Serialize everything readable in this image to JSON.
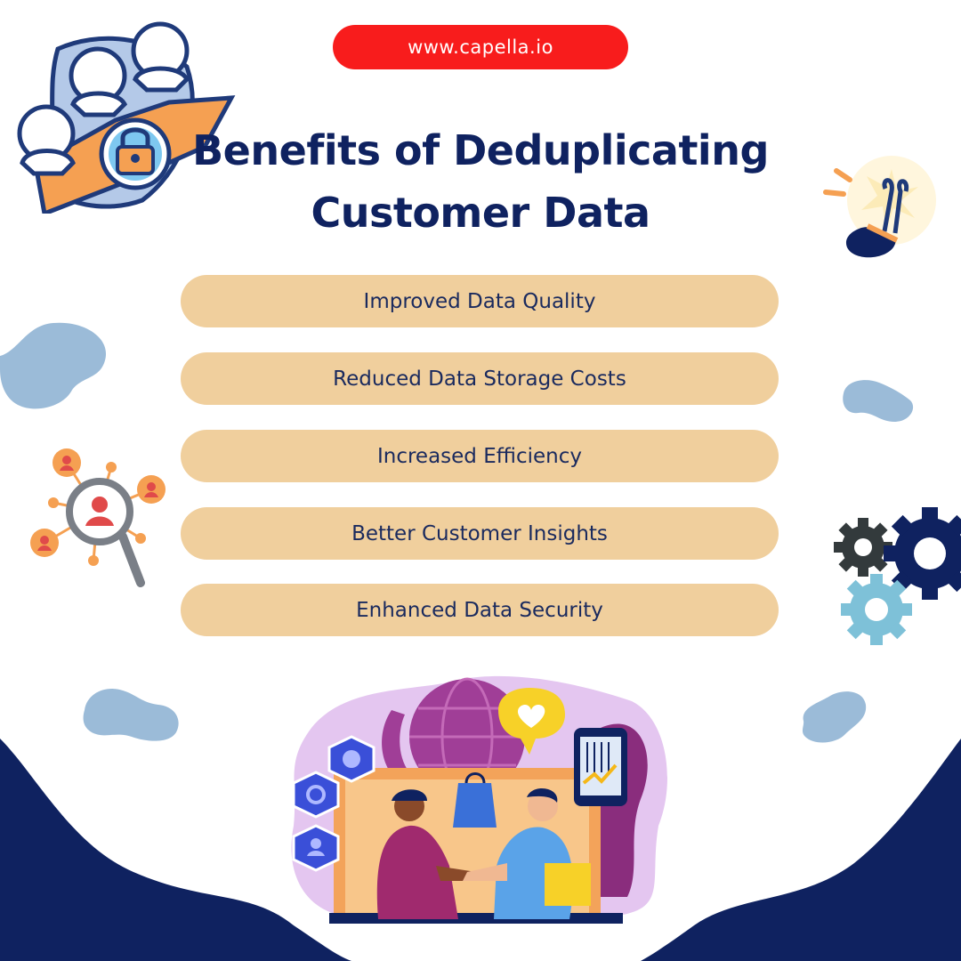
{
  "header": {
    "url": "www.capella.io"
  },
  "title": {
    "line1": "Benefits of Deduplicating",
    "line2": "Customer Data"
  },
  "benefits": [
    "Improved Data Quality",
    "Reduced Data Storage Costs",
    "Increased Efficiency",
    "Better Customer Insights",
    "Enhanced Data Security"
  ],
  "colors": {
    "navy": "#0f2260",
    "accent_red": "#f81c1c",
    "pill_beige": "#f0cf9d",
    "blob_blue": "#9bbbd8"
  },
  "icons": [
    "users-lock-icon",
    "lightbulb-icon",
    "people-search-icon",
    "gears-icon",
    "handshake-illustration",
    "globe-icon",
    "heart-speech-bubble-icon",
    "tablet-chart-icon",
    "shopping-bag-icon"
  ]
}
